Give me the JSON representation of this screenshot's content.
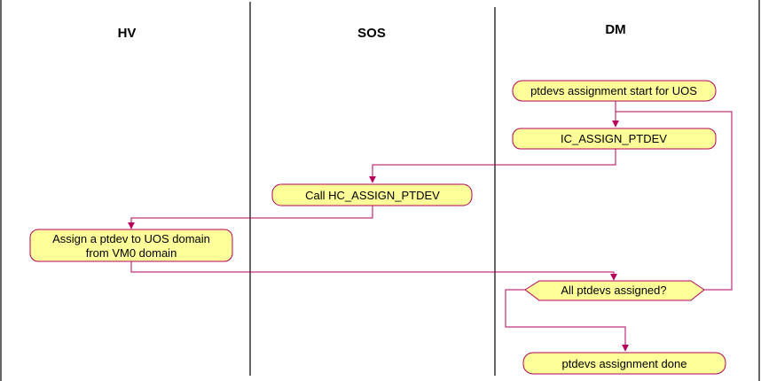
{
  "lanes": {
    "hv": "HV",
    "sos": "SOS",
    "dm": "DM"
  },
  "nodes": {
    "start": "ptdevs assignment start for UOS",
    "ic_assign": "IC_ASSIGN_PTDEV",
    "hc_assign": "Call HC_ASSIGN_PTDEV",
    "assign_line1": "Assign a ptdev to UOS domain",
    "assign_line2": "from VM0 domain",
    "decision": "All ptdevs assigned?",
    "done": "ptdevs assignment done"
  },
  "colors": {
    "node_fill": "#ffff99",
    "node_border": "#b5005d",
    "flow_line": "#b5005d",
    "lane_separator": "#000000"
  }
}
